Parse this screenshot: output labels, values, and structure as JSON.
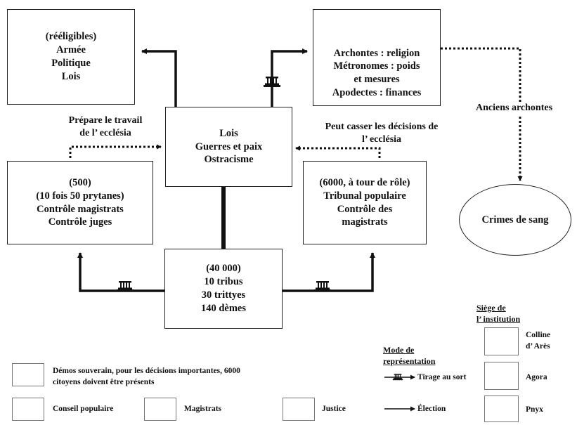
{
  "boxes": {
    "strategoi": [
      "(rééligibles)",
      "Armée",
      "Politique",
      "Lois"
    ],
    "archontes": [
      "Archontes : religion",
      "Métronomes : poids",
      "et mesures",
      "Apodectes : finances"
    ],
    "ecclesia": [
      "Lois",
      "Guerres et paix",
      "Ostracisme"
    ],
    "boule": [
      "(500)",
      "(10 fois 50 prytanes)",
      "Contrôle magistrats",
      "Contrôle juges"
    ],
    "heliee": [
      "(6000, à tour de rôle)",
      "Tribunal populaire",
      "Contrôle des",
      "magistrats"
    ],
    "demos": [
      "(40 000)",
      "10 tribus",
      "30 trittyes",
      "140 dèmes"
    ]
  },
  "ellipse_label": "Crimes de sang",
  "labels": {
    "prepare": [
      "Prépare le travail",
      "de l’ ecclésia"
    ],
    "casser": [
      "Peut casser les décisions de",
      "l’ ecclésia"
    ],
    "anciens": "Anciens archontes"
  },
  "legend": {
    "siege_title": [
      "Siège de",
      "l’ institution"
    ],
    "mode_title": [
      "Mode de",
      "représentation"
    ],
    "colline": [
      "Colline",
      "d’ Arès"
    ],
    "agora": "Agora",
    "pnyx": "Pnyx",
    "tirage": "Tirage au sort",
    "election": "Élection",
    "demos_souverain": [
      "Démos souverain, pour les décisions importantes, 6000",
      "citoyens doivent être présents"
    ],
    "conseil": "Conseil populaire",
    "magistrats": "Magistrats",
    "justice": "Justice"
  },
  "colors": {
    "line": "#111111",
    "box_border": "#222222",
    "legend_border": "#777777"
  }
}
